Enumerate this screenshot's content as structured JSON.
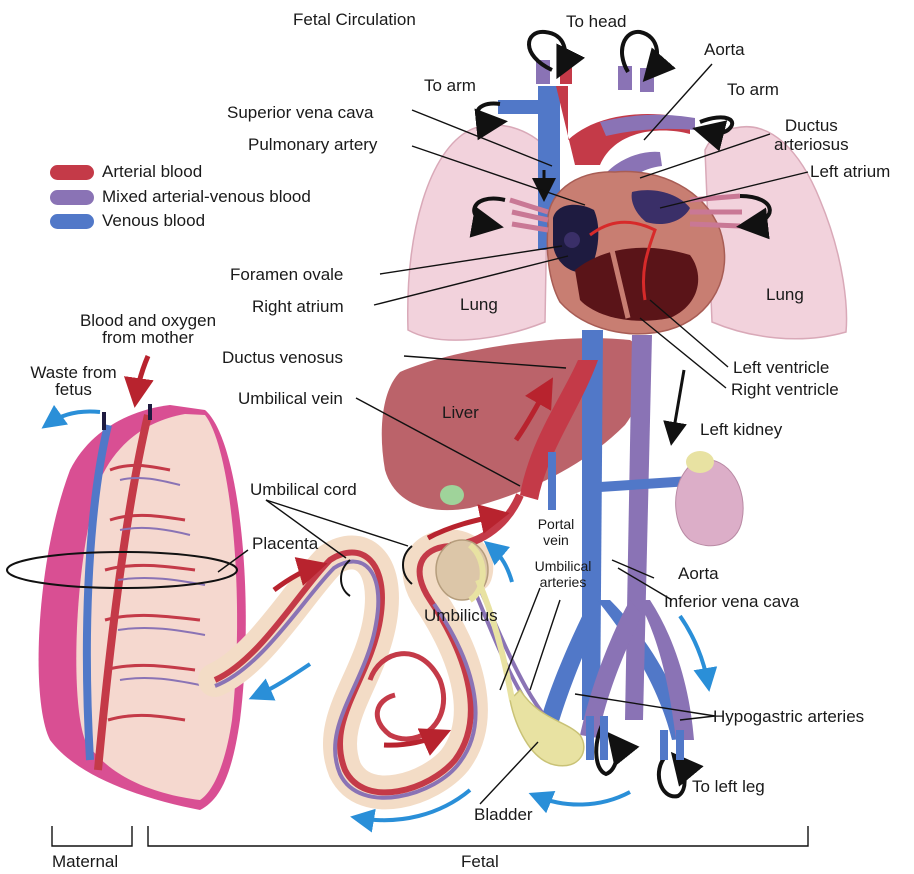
{
  "title": "Fetal Circulation",
  "legend": [
    {
      "label": "Arterial blood",
      "color": "#c43a48"
    },
    {
      "label": "Mixed arterial-venous blood",
      "color": "#8a73b5"
    },
    {
      "label": "Venous blood",
      "color": "#5178c8"
    }
  ],
  "labels": {
    "to_head": "To head",
    "to_arm_left": "To arm",
    "to_arm_right": "To arm",
    "aorta_top": "Aorta",
    "superior_vena_cava": "Superior vena cava",
    "ductus_arteriosus": "Ductus\narteriosus",
    "pulmonary_artery": "Pulmonary artery",
    "left_atrium": "Left atrium",
    "foramen_ovale": "Foramen ovale",
    "right_atrium": "Right atrium",
    "lung_left": "Lung",
    "lung_right": "Lung",
    "blood_oxygen_mother": "Blood and oxygen\nfrom mother",
    "ductus_venosus": "Ductus venosus",
    "left_ventricle": "Left ventricle",
    "right_ventricle": "Right ventricle",
    "waste_from_fetus": "Waste from\nfetus",
    "umbilical_vein": "Umbilical vein",
    "liver": "Liver",
    "left_kidney": "Left kidney",
    "umbilical_cord": "Umbilical cord",
    "placenta": "Placenta",
    "portal_vein": "Portal\nvein",
    "umbilical_arteries": "Umbilical\narteries",
    "aorta_bottom": "Aorta",
    "inferior_vena_cava": "Inferior vena cava",
    "umbilicus": "Umbilicus",
    "hypogastric_arteries": "Hypogastric arteries",
    "to_left_leg": "To left leg",
    "bladder": "Bladder",
    "maternal": "Maternal",
    "fetal": "Fetal"
  },
  "colors": {
    "arterial": "#c43a48",
    "mixed": "#8a73b5",
    "venous": "#5178c8",
    "lung": "#f2d2dc",
    "liver": "#b24d55",
    "placenta": "#f5d8cf",
    "placenta_rim": "#d94f93",
    "cord": "#f3dcc6",
    "kidney": "#dcaec8",
    "bladder": "#e8e2a2",
    "flow_arrow_red": "#b8232e",
    "flow_arrow_blue": "#2a8fd8"
  }
}
